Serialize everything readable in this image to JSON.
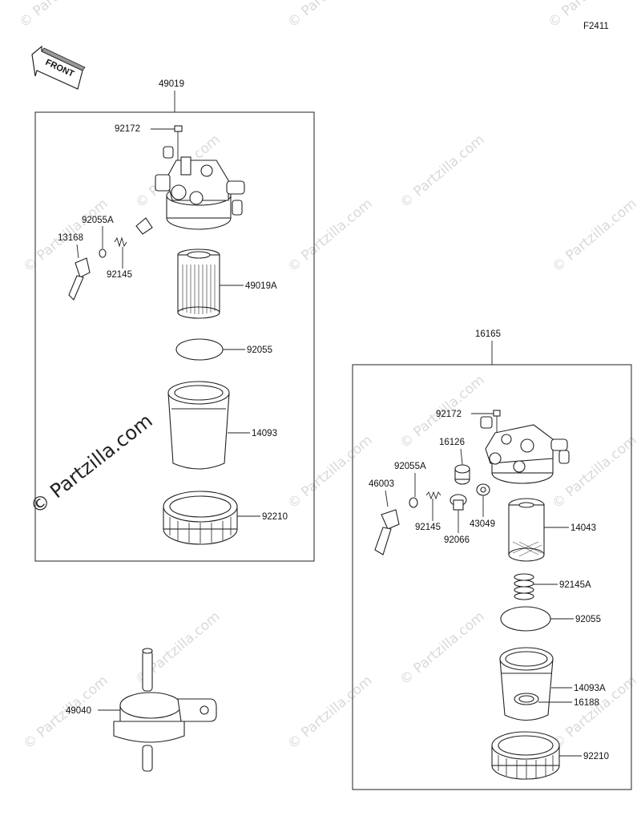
{
  "diagram_code": "F2411",
  "front_label": "FRONT",
  "watermark_text": "© Partzilla.com",
  "assemblies": {
    "left_main": {
      "number": "49019",
      "labels": {
        "p92172": "92172",
        "p92055A": "92055A",
        "p13168": "13168",
        "p92145": "92145",
        "p49019A": "49019A",
        "p92055": "92055",
        "p14093": "14093",
        "p92210": "92210"
      }
    },
    "right_main": {
      "number": "16165",
      "labels": {
        "p92172": "92172",
        "p16126": "16126",
        "p92055A": "92055A",
        "p46003": "46003",
        "p92145": "92145",
        "p92066": "92066",
        "p43049": "43049",
        "p14043": "14043",
        "p92145A": "92145A",
        "p92055": "92055",
        "p14093A": "14093A",
        "p16188": "16188",
        "p92210": "92210"
      }
    },
    "inline_filter": {
      "number": "49040"
    }
  },
  "colors": {
    "line": "#222222",
    "watermark": "#d9d9d9"
  }
}
